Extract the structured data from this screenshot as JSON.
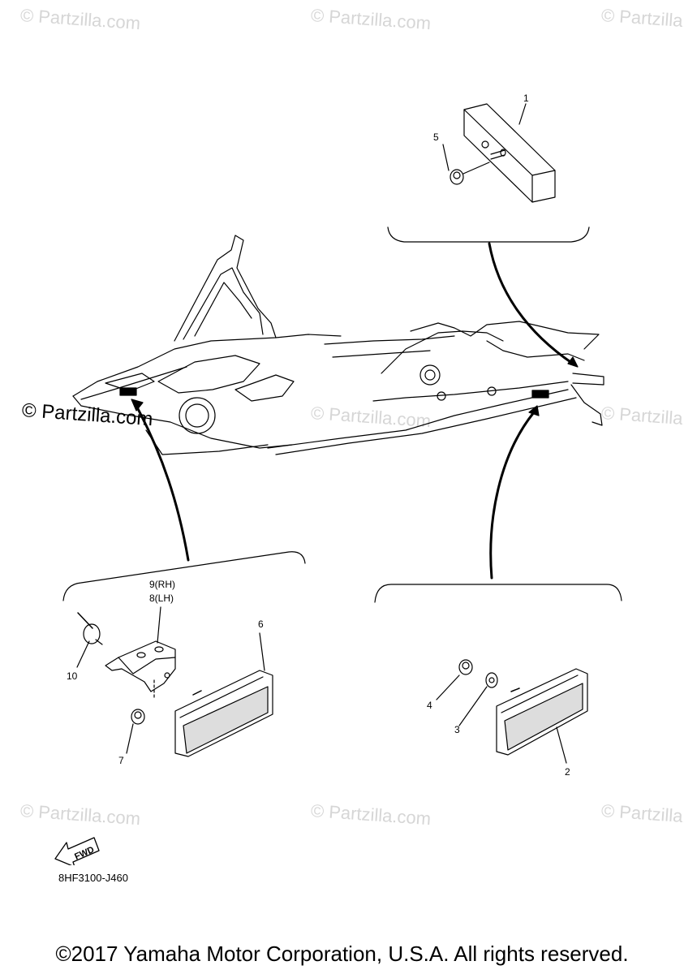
{
  "watermarks": {
    "text": "© Partzilla.com",
    "main_text": "© Partzilla.com"
  },
  "callouts": {
    "c1": "1",
    "c2": "2",
    "c3": "3",
    "c4": "4",
    "c5": "5",
    "c6": "6",
    "c7": "7",
    "c8": "8(LH)",
    "c9": "9(RH)",
    "c10": "10"
  },
  "fwd_label": "FWD",
  "diagram_code": "8HF3100-J460",
  "copyright": "©2017 Yamaha Motor Corporation, U.S.A. All rights reserved."
}
